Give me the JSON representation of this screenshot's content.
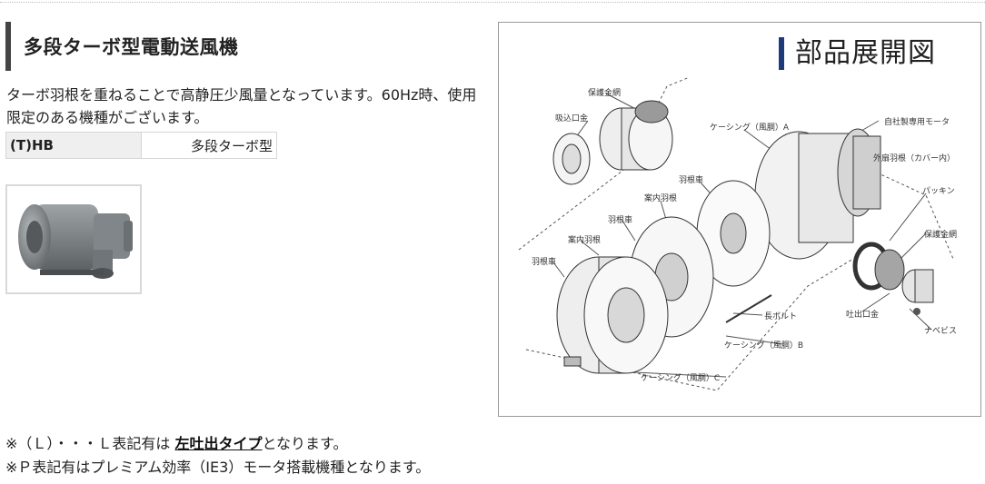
{
  "product": {
    "title": "多段ターボ型電動送風機",
    "description": "ターボ羽根を重ねることで高静圧少風量となっています。60Hz時、使用限定のある機種がございます。",
    "spec": {
      "model": "(T)HB",
      "type": "多段ターボ型"
    }
  },
  "diagram": {
    "title": "部品展開図",
    "labels": {
      "protect_mesh_top": "保護金網",
      "intake": "吸込口金",
      "casing_a": "ケーシング（風胴）A",
      "motor": "自社製専用モータ",
      "outer_fan": "外扇羽根（カバー内）",
      "impeller_1": "羽根車",
      "guide_1": "案内羽根",
      "impeller_2": "羽根車",
      "guide_2": "案内羽根",
      "impeller_3": "羽根車",
      "packing": "パッキン",
      "protect_mesh_right": "保護金網",
      "long_bolt": "長ボルト",
      "outlet": "吐出口金",
      "casing_b": "ケーシング（風胴）B",
      "nut": "ナベビス",
      "casing_c": "ケーシング（風胴）C"
    }
  },
  "notes": {
    "line1_prefix": "※（Ｌ）・・・Ｌ表記有は",
    "line1_link": "左吐出タイプ",
    "line1_suffix": "となります。",
    "line2": "※Ｐ表記有はプレミアム効率（IE3）モータ搭載機種となります。"
  },
  "colors": {
    "heading_bar": "#444444",
    "diagram_bar": "#1f3a7a"
  }
}
